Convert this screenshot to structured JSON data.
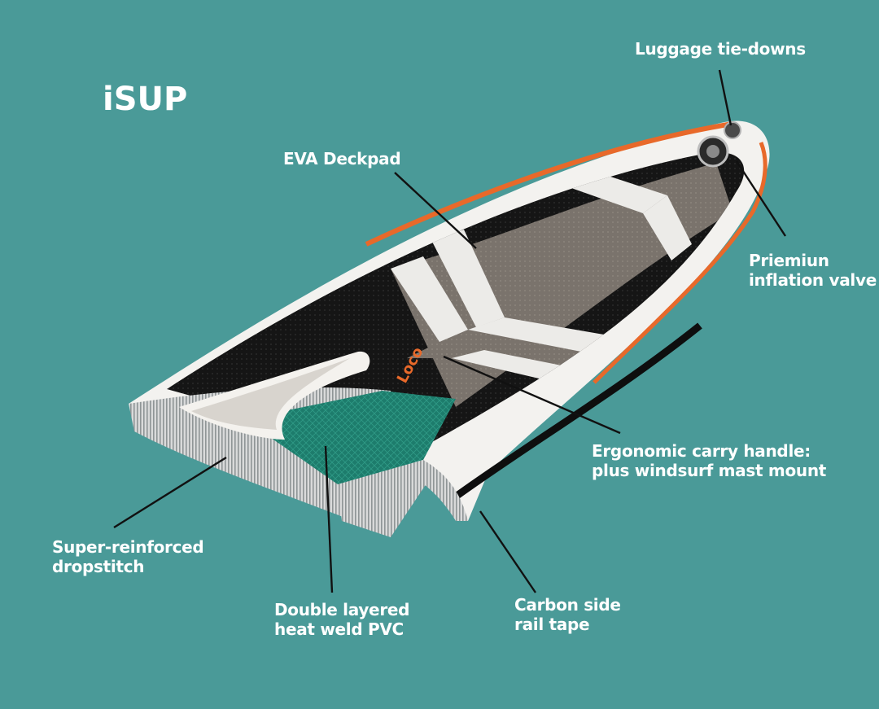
{
  "title": "iSUP",
  "brand": {
    "logo_text": "Loco",
    "logo_color": "#e8692a"
  },
  "labels": {
    "luggage": {
      "lines": [
        "Luggage tie-downs"
      ]
    },
    "deckpad": {
      "lines": [
        "EVA Deckpad"
      ]
    },
    "valve": {
      "lines": [
        "Priemiun",
        "inflation valve"
      ]
    },
    "handle": {
      "lines": [
        "Ergonomic carry handle:",
        "plus windsurf mast mount"
      ]
    },
    "dropstitch": {
      "lines": [
        "Super-reinforced",
        "dropstitch"
      ]
    },
    "pvc": {
      "lines": [
        "Double layered",
        "heat weld PVC"
      ]
    },
    "rail": {
      "lines": [
        "Carbon side",
        "rail tape"
      ]
    }
  },
  "colors": {
    "background": "#4a9a98",
    "rail_orange": "#e8692a",
    "deck_black": "#141414",
    "deck_grey": "#7a736c",
    "stripe_white": "#ecebe8",
    "core_green": "#1f7a6a"
  }
}
